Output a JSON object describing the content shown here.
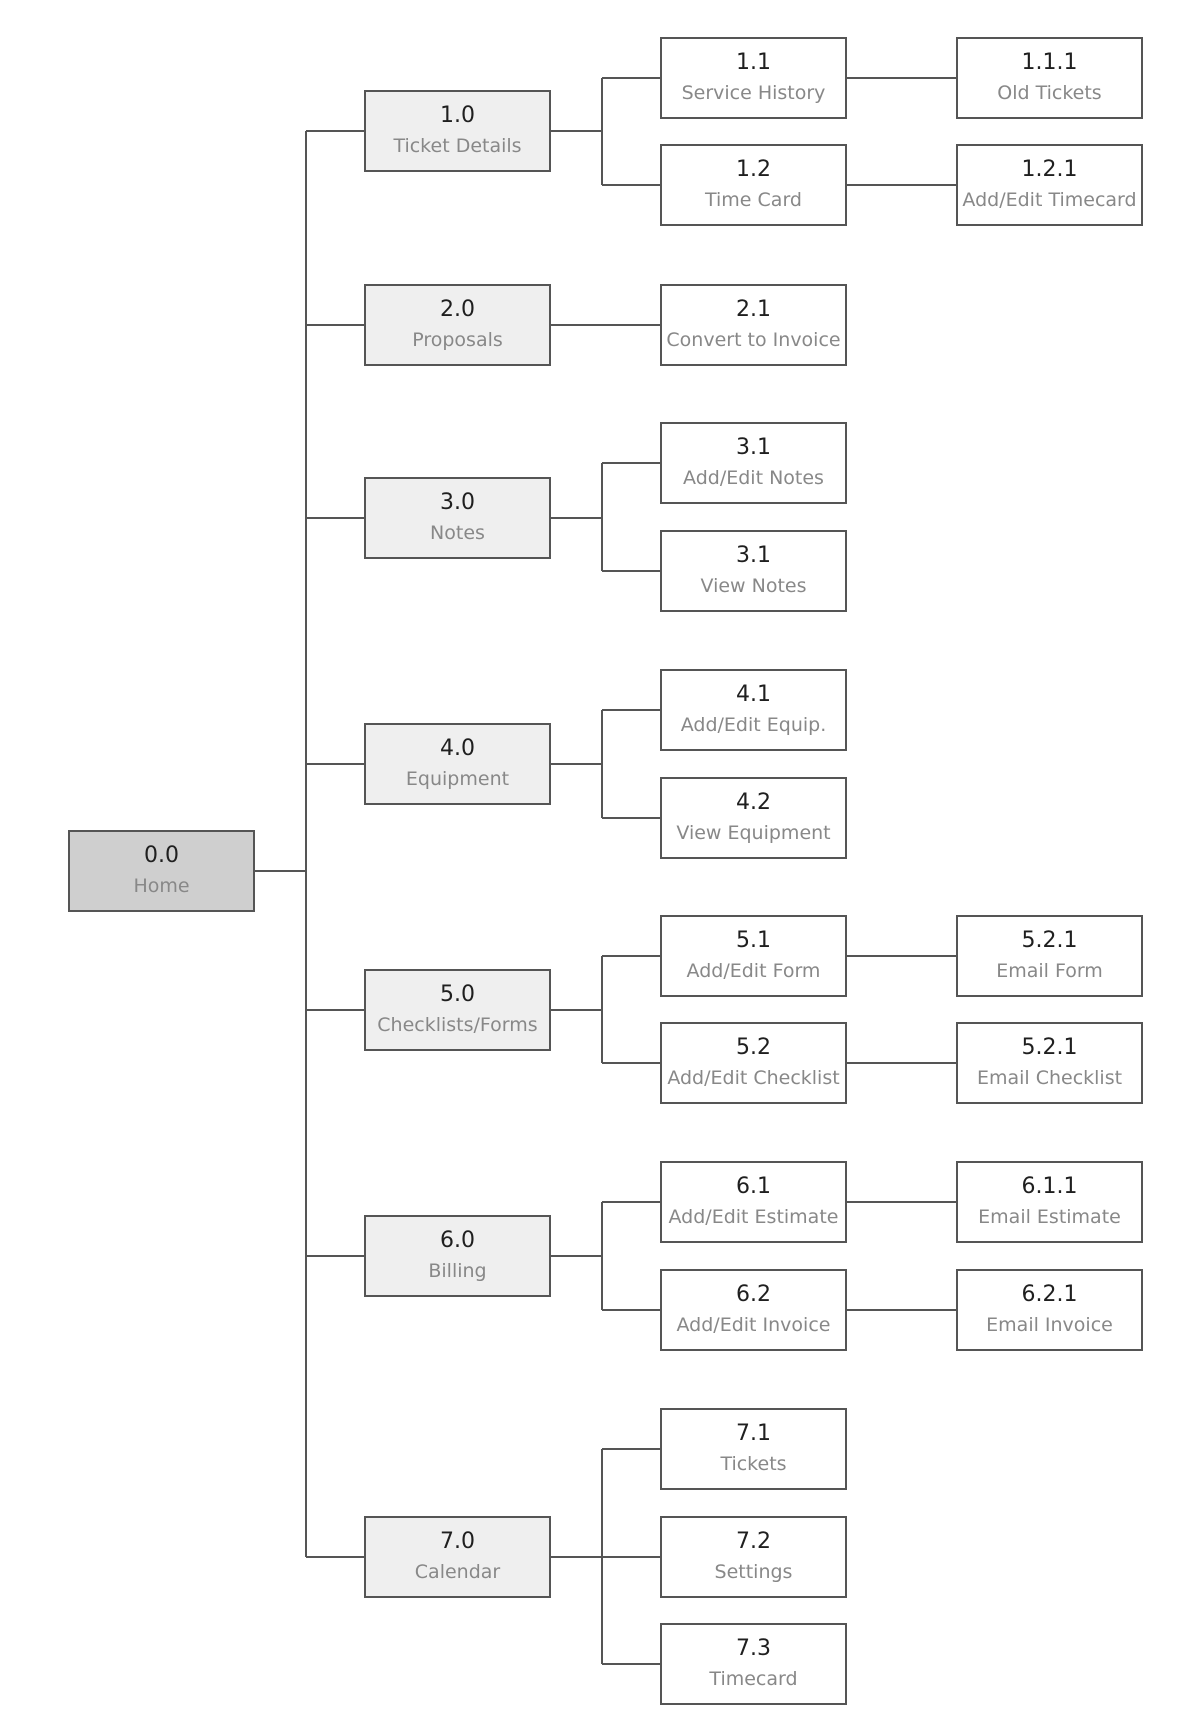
{
  "diagram": {
    "root": {
      "number": "0.0",
      "label": "Home"
    },
    "sections": [
      {
        "number": "1.0",
        "label": "Ticket Details",
        "children": [
          {
            "number": "1.1",
            "label": "Service History",
            "child": {
              "number": "1.1.1",
              "label": "Old Tickets"
            }
          },
          {
            "number": "1.2",
            "label": "Time Card",
            "child": {
              "number": "1.2.1",
              "label": "Add/Edit Timecard"
            }
          }
        ]
      },
      {
        "number": "2.0",
        "label": "Proposals",
        "children": [
          {
            "number": "2.1",
            "label": "Convert to Invoice"
          }
        ]
      },
      {
        "number": "3.0",
        "label": "Notes",
        "children": [
          {
            "number": "3.1",
            "label": "Add/Edit Notes"
          },
          {
            "number": "3.1",
            "label": "View Notes"
          }
        ]
      },
      {
        "number": "4.0",
        "label": "Equipment",
        "children": [
          {
            "number": "4.1",
            "label": "Add/Edit Equip."
          },
          {
            "number": "4.2",
            "label": "View Equipment"
          }
        ]
      },
      {
        "number": "5.0",
        "label": "Checklists/Forms",
        "children": [
          {
            "number": "5.1",
            "label": "Add/Edit Form",
            "child": {
              "number": "5.2.1",
              "label": "Email Form"
            }
          },
          {
            "number": "5.2",
            "label": "Add/Edit Checklist",
            "child": {
              "number": "5.2.1",
              "label": "Email Checklist"
            }
          }
        ]
      },
      {
        "number": "6.0",
        "label": "Billing",
        "children": [
          {
            "number": "6.1",
            "label": "Add/Edit Estimate",
            "child": {
              "number": "6.1.1",
              "label": "Email Estimate"
            }
          },
          {
            "number": "6.2",
            "label": "Add/Edit Invoice",
            "child": {
              "number": "6.2.1",
              "label": "Email Invoice"
            }
          }
        ]
      },
      {
        "number": "7.0",
        "label": "Calendar",
        "children": [
          {
            "number": "7.1",
            "label": "Tickets"
          },
          {
            "number": "7.2",
            "label": "Settings"
          },
          {
            "number": "7.3",
            "label": "Timecard"
          }
        ]
      }
    ]
  }
}
